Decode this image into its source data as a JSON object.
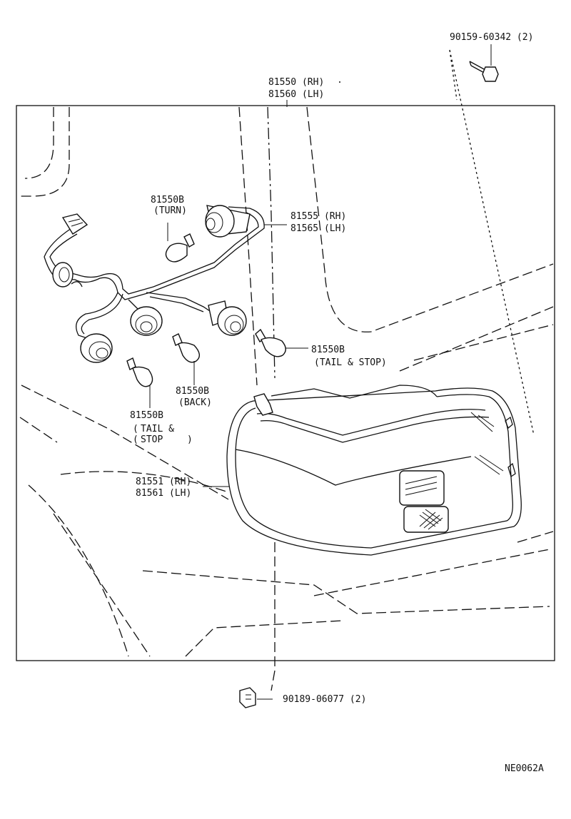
{
  "labels": {
    "screw_part": "90159-60342 (2)",
    "lamp_assy_rh": "81550 (RH)",
    "lamp_assy_lh": "81560 (LH)",
    "turn_bulb_part": "81550B",
    "turn_bulb_name": "(TURN)",
    "socket_rh": "81555 (RH)",
    "socket_lh": "81565 (LH)",
    "tail_stop_right_part": "81550B",
    "tail_stop_right_name": "(TAIL & STOP)",
    "back_bulb_part": "81550B",
    "back_bulb_name": "(BACK)",
    "tail_stop_left_part": "81550B",
    "tail_stop_left_name1": "TAIL &",
    "tail_stop_left_name2": "STOP",
    "lens_rh": "81551 (RH)",
    "lens_lh": "81561 (LH)",
    "nut_part": "90189-06077 (2)",
    "diagram_code": "NE0062A"
  }
}
